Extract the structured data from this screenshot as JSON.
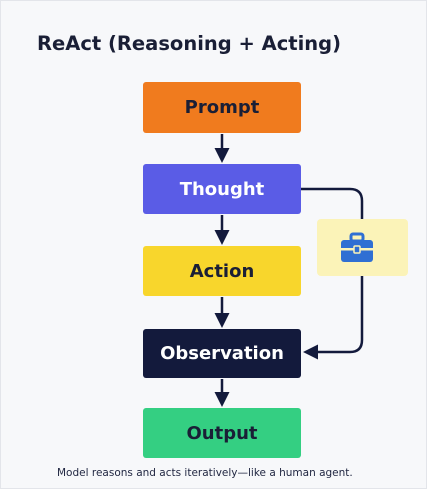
{
  "title": "ReAct (Reasoning + Acting)",
  "steps": {
    "prompt": "Prompt",
    "thought": "Thought",
    "action": "Action",
    "observation": "Observation",
    "output": "Output"
  },
  "tool": {
    "icon": "toolbox-icon"
  },
  "caption": "Model reasons and acts iteratively—like a human agent.",
  "colors": {
    "prompt": "#f07b1e",
    "thought": "#5a5ce6",
    "action": "#f8d62c",
    "observation": "#131a3c",
    "output": "#34cf82",
    "tool_card": "#fbf3b8",
    "tool_icon": "#2f6fd3",
    "arrow": "#131a3c"
  }
}
